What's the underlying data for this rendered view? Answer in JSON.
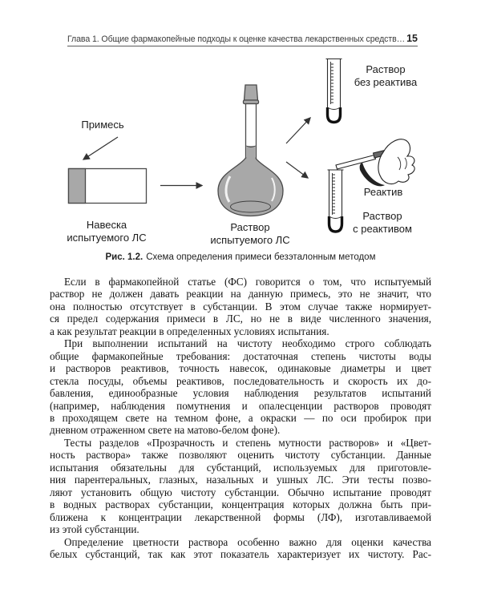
{
  "header": {
    "chapter_title": "Глава 1. Общие фармакопейные подходы к оценке качества лекарственных средств…",
    "page_number": "15"
  },
  "figure": {
    "caption_label": "Рис. 1.2.",
    "caption_text": "Схема определения примеси безэталонным методом",
    "labels": {
      "impurity": "Примесь",
      "sample": "Навеска\nиспытуемого ЛС",
      "solution": "Раствор\nиспытуемого ЛС",
      "tube_no_reagent": "Раствор\nбез реактива",
      "reagent": "Реактив",
      "tube_with_reagent": "Раствор\nс реактивом"
    },
    "colors": {
      "fill_gray": "#a8a8a8",
      "outline": "#4a4a4a"
    }
  },
  "body": {
    "paragraphs": [
      {
        "indent": true,
        "justify_last": false,
        "lines": [
          "Если в фармакопейной статье (ФС) говорится о том, что испытуемый",
          "раствор не должен давать реакции на данную примесь, это не значит, что",
          "она полностью отсутствует в субстанции. В этом случае также нормирует-",
          "ся предел содержания примеси в ЛС, но не в виде численного значения,",
          "а как результат реакции в определенных условиях испытания."
        ]
      },
      {
        "indent": true,
        "justify_last": false,
        "lines": [
          "При выполнении испытаний на чистоту необходимо строго соблюдать",
          "общие фармакопейные требования: достаточная степень чистоты воды",
          "и растворов реактивов, точность навесок, одинаковые диаметры и цвет",
          "стекла посуды, объемы реактивов, последовательность и скорость их до-",
          "бавления, единообразные условия наблюдения результатов испытаний",
          "(например, наблюдения помутнения и опалесценции растворов проводят",
          "в проходящем свете на темном фоне, а окраски — по оси пробирок при",
          "дневном отраженном свете на матово-белом фоне)."
        ]
      },
      {
        "indent": true,
        "justify_last": false,
        "lines": [
          "Тесты разделов «Прозрачность и степень мутности растворов» и «Цвет-",
          "ность раствора» также позволяют оценить чистоту субстанции. Данные",
          "испытания обязательны для субстанций, используемых для приготовле-",
          "ния парентеральных, глазных, назальных и ушных ЛС. Эти тесты позво-",
          "ляют установить общую чистоту субстанции. Обычно испытание проводят",
          "в водных растворах субстанции, концентрация которых должна быть при-",
          "ближена к концентрации лекарственной формы (ЛФ), изготавливаемой",
          "из этой субстанции."
        ]
      },
      {
        "indent": true,
        "justify_last": true,
        "lines": [
          "Определение цветности раствора особенно важно для оценки качества",
          "белых субстанций, так как этот показатель характеризует их чистоту. Рас-"
        ]
      }
    ]
  }
}
